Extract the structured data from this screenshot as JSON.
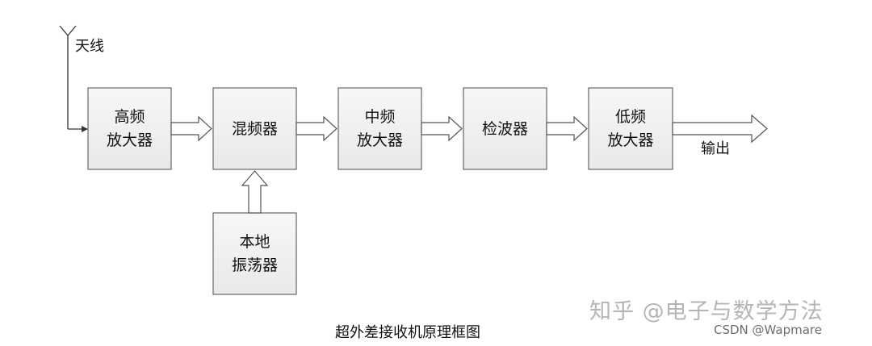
{
  "antenna": {
    "label": "天线"
  },
  "blocks": [
    {
      "id": "rf-amp",
      "lines": [
        "高频",
        "放大器"
      ]
    },
    {
      "id": "mixer",
      "lines": [
        "混频器"
      ]
    },
    {
      "id": "if-amp",
      "lines": [
        "中频",
        "放大器"
      ]
    },
    {
      "id": "detector",
      "lines": [
        "检波器"
      ]
    },
    {
      "id": "af-amp",
      "lines": [
        "低频",
        "放大器"
      ]
    },
    {
      "id": "local-osc",
      "lines": [
        "本地",
        "振荡器"
      ]
    }
  ],
  "output": {
    "label": "输出"
  },
  "caption": "超外差接收机原理框图",
  "watermark": {
    "main": "知乎 @电子与数学方法",
    "sub": "CSDN @Wapmare"
  }
}
